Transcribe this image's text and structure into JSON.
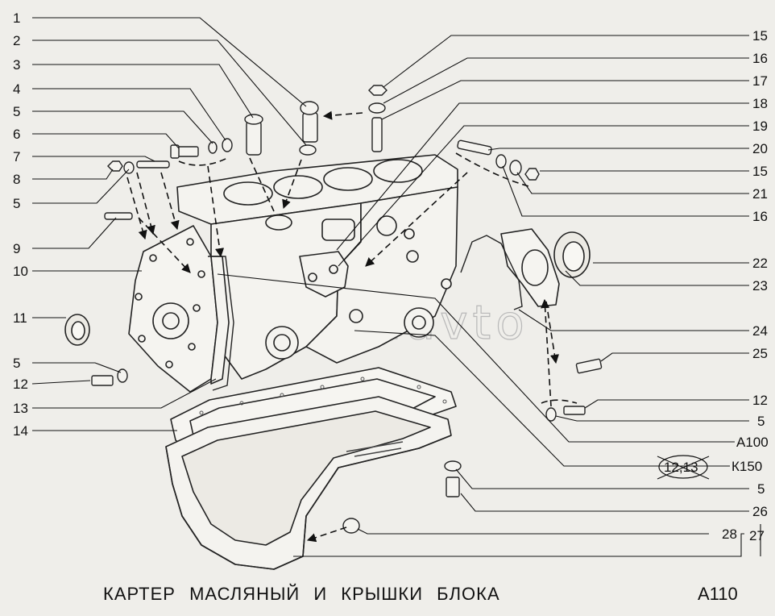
{
  "title": "КАРТЕР  МАСЛЯНЫЙ  И  КРЫШКИ БЛОКА",
  "code": "А110",
  "watermark": "drive2avto",
  "left_callouts": [
    "1",
    "2",
    "3",
    "4",
    "5",
    "6",
    "7",
    "8",
    "5",
    "9",
    "10",
    "11",
    "5",
    "12",
    "13",
    "14"
  ],
  "right_callouts": [
    "15",
    "16",
    "17",
    "18",
    "19",
    "20",
    "15",
    "21",
    "16",
    "22",
    "23",
    "24",
    "25",
    "12",
    "5",
    "А100",
    "К150",
    "5",
    "26",
    "27",
    "28"
  ],
  "crossed_callout": "12,13"
}
